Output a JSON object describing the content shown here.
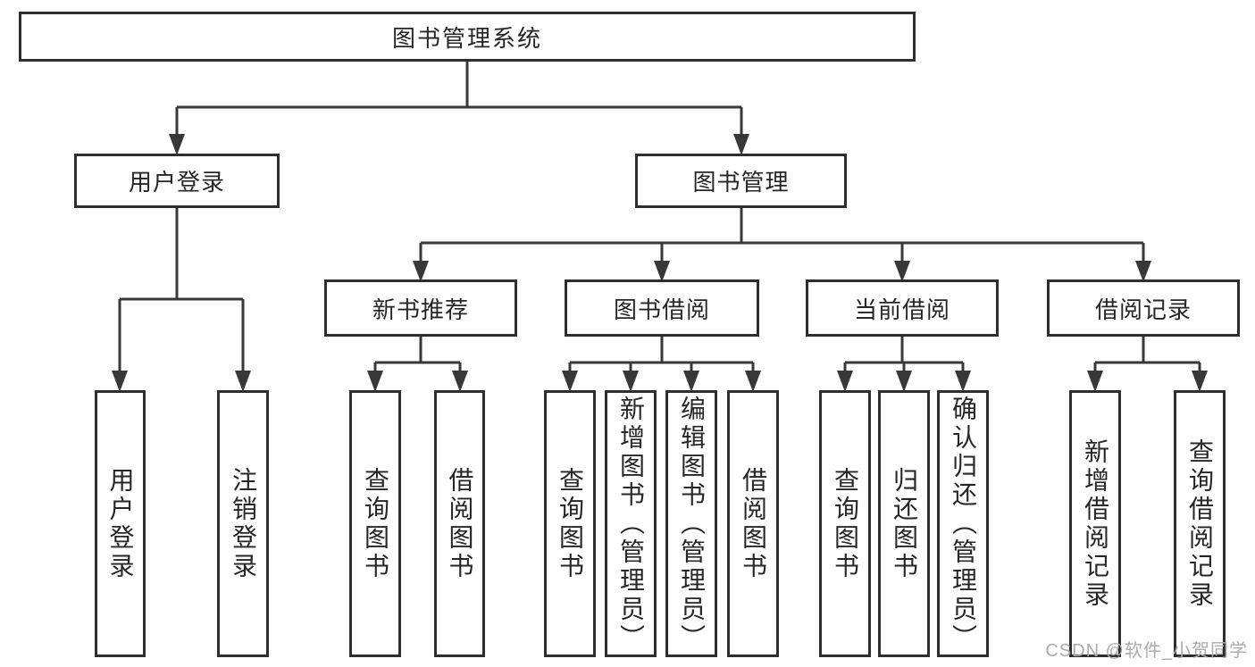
{
  "diagram": {
    "tree": {
      "label": "图书管理系统",
      "children": [
        {
          "label": "用户登录",
          "children": [
            {
              "label": "用户登录"
            },
            {
              "label": "注销登录"
            }
          ]
        },
        {
          "label": "图书管理",
          "children": [
            {
              "label": "新书推荐",
              "children": [
                {
                  "label": "查询图书"
                },
                {
                  "label": "借阅图书"
                }
              ]
            },
            {
              "label": "图书借阅",
              "children": [
                {
                  "label": "查询图书"
                },
                {
                  "label": "新增图书（管理员）"
                },
                {
                  "label": "编辑图书（管理员）"
                },
                {
                  "label": "借阅图书"
                }
              ]
            },
            {
              "label": "当前借阅",
              "children": [
                {
                  "label": "查询图书"
                },
                {
                  "label": "归还图书"
                },
                {
                  "label": "确认归还（管理员）"
                }
              ]
            },
            {
              "label": "借阅记录",
              "children": [
                {
                  "label": "新增借阅记录"
                },
                {
                  "label": "查询借阅记录"
                }
              ]
            }
          ]
        }
      ]
    },
    "watermark": "CSDN @软件_小贺同学",
    "colors": {
      "line": "#383838",
      "box_border": "#2e2e2e",
      "box_fill": "#ffffff",
      "text": "#262626",
      "watermark": "#ababab",
      "background": "#ffffff"
    }
  }
}
